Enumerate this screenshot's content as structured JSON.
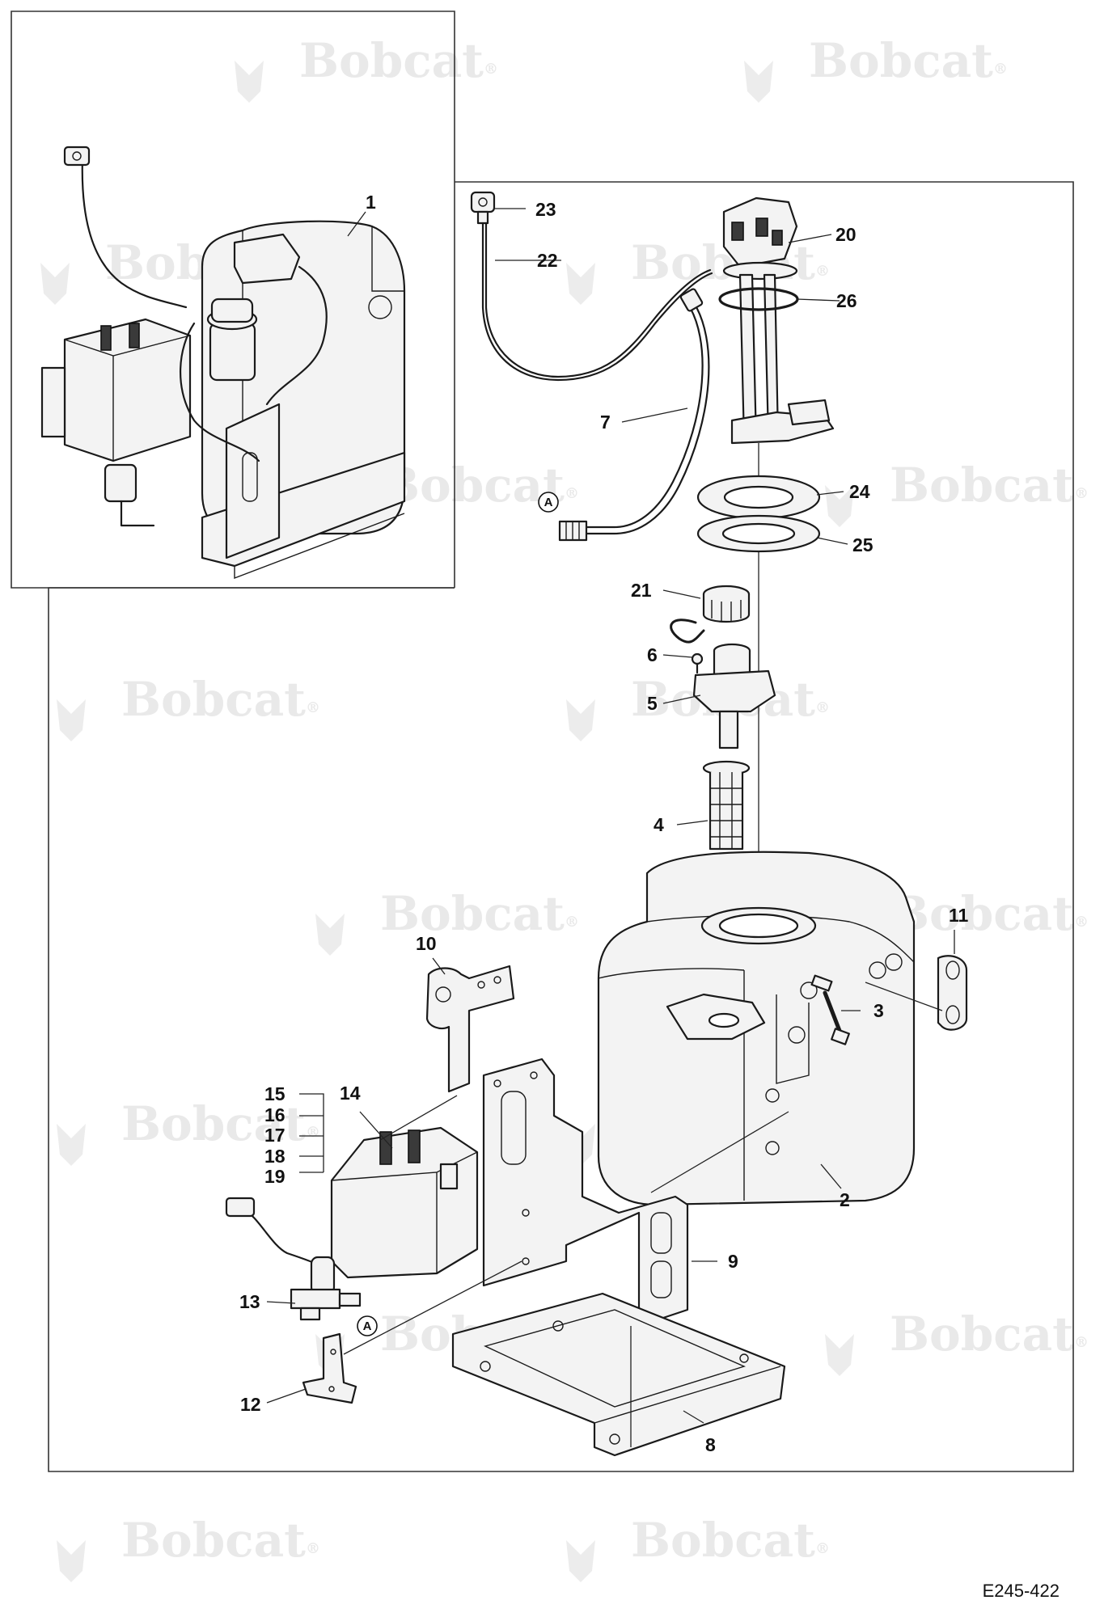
{
  "watermark": {
    "brand": "Bobcat",
    "registered": "®"
  },
  "figure": {
    "code": "E245-422"
  },
  "connection_ref": "A",
  "callouts": [
    {
      "id": "1",
      "label": "1"
    },
    {
      "id": "2",
      "label": "2"
    },
    {
      "id": "3",
      "label": "3"
    },
    {
      "id": "4",
      "label": "4"
    },
    {
      "id": "5",
      "label": "5"
    },
    {
      "id": "6",
      "label": "6"
    },
    {
      "id": "7",
      "label": "7"
    },
    {
      "id": "8",
      "label": "8"
    },
    {
      "id": "9",
      "label": "9"
    },
    {
      "id": "10",
      "label": "10"
    },
    {
      "id": "11",
      "label": "11"
    },
    {
      "id": "12",
      "label": "12"
    },
    {
      "id": "13",
      "label": "13"
    },
    {
      "id": "14",
      "label": "14"
    },
    {
      "id": "15",
      "label": "15"
    },
    {
      "id": "16",
      "label": "16"
    },
    {
      "id": "17",
      "label": "17"
    },
    {
      "id": "18",
      "label": "18"
    },
    {
      "id": "19",
      "label": "19"
    },
    {
      "id": "20",
      "label": "20"
    },
    {
      "id": "21",
      "label": "21"
    },
    {
      "id": "22",
      "label": "22"
    },
    {
      "id": "23",
      "label": "23"
    },
    {
      "id": "24",
      "label": "24"
    },
    {
      "id": "25",
      "label": "25"
    },
    {
      "id": "26",
      "label": "26"
    }
  ]
}
